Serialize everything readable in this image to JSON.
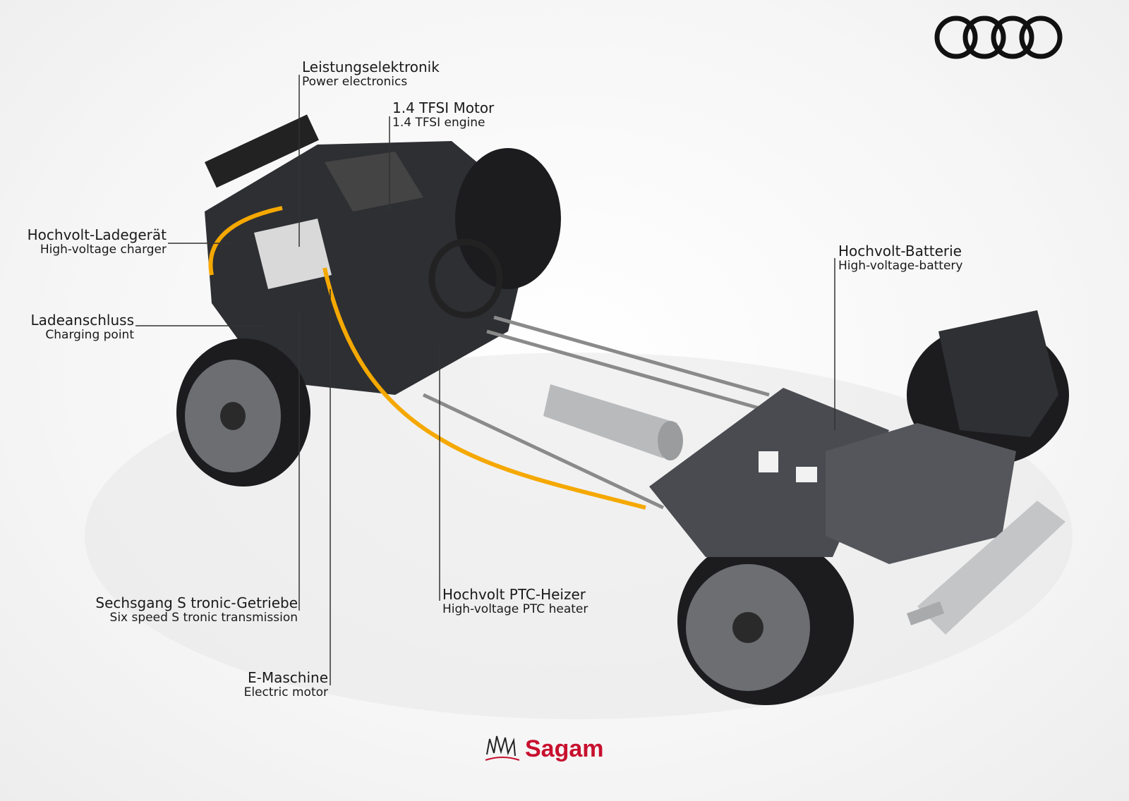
{
  "labels": {
    "power_electronics": {
      "de": "Leistungselektronik",
      "en": "Power electronics"
    },
    "engine": {
      "de": "1.4 TFSI Motor",
      "en": "1.4 TFSI engine"
    },
    "charger": {
      "de": "Hochvolt-Ladegerät",
      "en": "High-voltage charger"
    },
    "charging_point": {
      "de": "Ladeanschluss",
      "en": "Charging point"
    },
    "transmission": {
      "de": "Sechsgang S tronic-Getriebe",
      "en": "Six speed S tronic transmission"
    },
    "electric_motor": {
      "de": "E-Maschine",
      "en": "Electric motor"
    },
    "ptc_heater": {
      "de": "Hochvolt PTC-Heizer",
      "en": "High-voltage PTC heater"
    },
    "battery": {
      "de": "Hochvolt-Batterie",
      "en": "High-voltage-battery"
    }
  },
  "brand": {
    "watermark": "Sagam",
    "logo": "Audi"
  },
  "colors": {
    "hv_cable": "#f5a800",
    "watermark": "#c8102e",
    "body": "#3a3a3d"
  }
}
